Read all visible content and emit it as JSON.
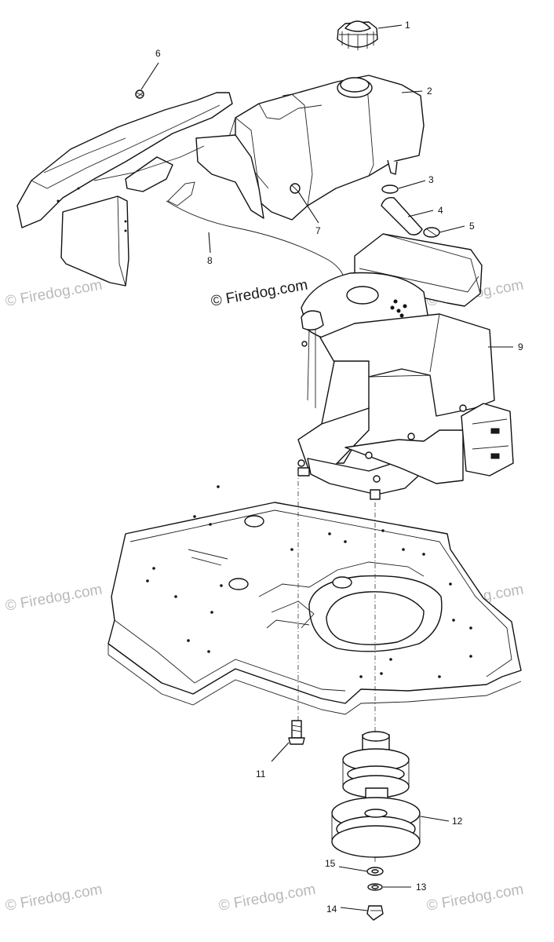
{
  "logo_text": "© Firedog.com",
  "watermark_text": "© Firedog.com",
  "callouts": {
    "c1": "1",
    "c2": "2",
    "c3": "3",
    "c4": "4",
    "c5": "5",
    "c6": "6",
    "c7": "7",
    "c8": "8",
    "c9": "9",
    "c11": "11",
    "c12": "12",
    "c13": "13",
    "c14": "14",
    "c15": "15"
  },
  "colors": {
    "line": "#111111",
    "watermark": "#b9b9b9",
    "background": "#ffffff"
  }
}
